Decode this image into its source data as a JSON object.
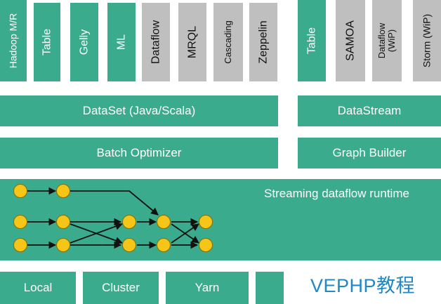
{
  "colors": {
    "green": "#3aab8c",
    "grey": "#bfbfbf",
    "node": "#f5c518",
    "watermark": "#1e88c8"
  },
  "libraries": [
    "Hadoop M/R",
    "Table",
    "Gelly",
    "ML",
    "Dataflow",
    "MRQL",
    "Cascading",
    "Zeppelin"
  ],
  "stream_libraries": [
    "Table",
    "SAMOA",
    "Dataflow\n(WiP)",
    "Storm (WiP)"
  ],
  "dataset_api": "DataSet (Java/Scala)",
  "datastream_api": "DataStream",
  "batch_optimizer": "Batch Optimizer",
  "graph_builder": "Graph Builder",
  "runtime": "Streaming dataflow runtime",
  "deploy": [
    "Local",
    "Cluster",
    "Yarn"
  ],
  "watermark": "VEPHP教程"
}
